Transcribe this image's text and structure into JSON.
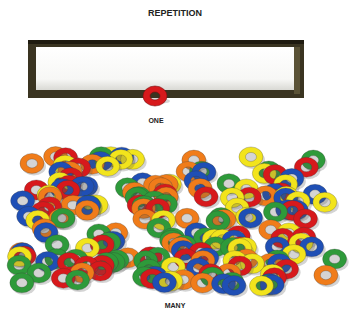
{
  "diagram": {
    "title": "REPETITION",
    "labels": [
      "ONE",
      "MANY"
    ]
  }
}
